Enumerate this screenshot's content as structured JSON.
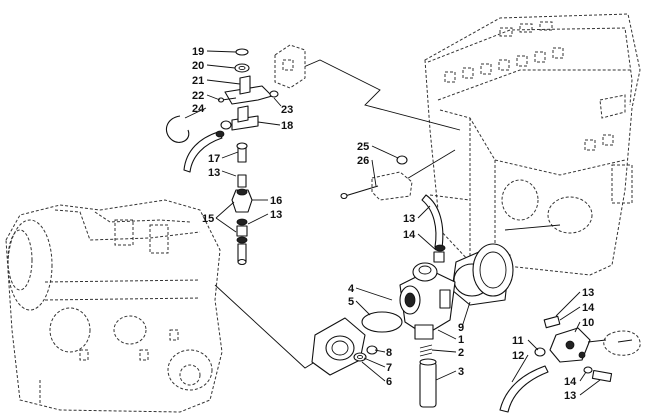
{
  "callouts": [
    {
      "id": "c19",
      "text": "19"
    },
    {
      "id": "c20",
      "text": "20"
    },
    {
      "id": "c21",
      "text": "21"
    },
    {
      "id": "c22",
      "text": "22"
    },
    {
      "id": "c24",
      "text": "24"
    },
    {
      "id": "c23",
      "text": "23"
    },
    {
      "id": "c18",
      "text": "18"
    },
    {
      "id": "c17",
      "text": "17"
    },
    {
      "id": "c13a",
      "text": "13"
    },
    {
      "id": "c15",
      "text": "15"
    },
    {
      "id": "c16",
      "text": "16"
    },
    {
      "id": "c13b",
      "text": "13"
    },
    {
      "id": "c25",
      "text": "25"
    },
    {
      "id": "c26",
      "text": "26"
    },
    {
      "id": "c13c",
      "text": "13"
    },
    {
      "id": "c14a",
      "text": "14"
    },
    {
      "id": "c4",
      "text": "4"
    },
    {
      "id": "c5",
      "text": "5"
    },
    {
      "id": "c9",
      "text": "9"
    },
    {
      "id": "c1",
      "text": "1"
    },
    {
      "id": "c2",
      "text": "2"
    },
    {
      "id": "c8",
      "text": "8"
    },
    {
      "id": "c7",
      "text": "7"
    },
    {
      "id": "c6",
      "text": "6"
    },
    {
      "id": "c3",
      "text": "3"
    },
    {
      "id": "c13d",
      "text": "13"
    },
    {
      "id": "c14b",
      "text": "14"
    },
    {
      "id": "c10",
      "text": "10"
    },
    {
      "id": "c11",
      "text": "11"
    },
    {
      "id": "c12",
      "text": "12"
    },
    {
      "id": "c14c",
      "text": "14"
    },
    {
      "id": "c13e",
      "text": "13"
    }
  ]
}
